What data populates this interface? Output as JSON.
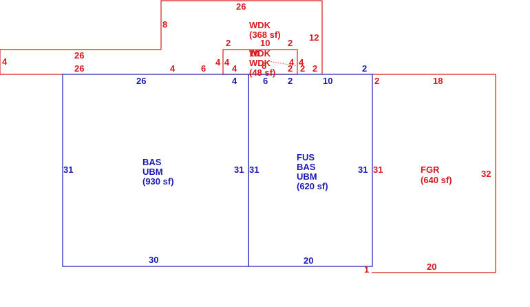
{
  "colors": {
    "red": "#d8191f",
    "blue": "#1a1ab8",
    "background": "#ffffff"
  },
  "areas": {
    "wdk_upper": {
      "line1": "WDK",
      "line2": "(368 sf)"
    },
    "wdk_small": {
      "line1": "WDK",
      "line2": "WDK",
      "line3": "(48 sf)"
    },
    "bas_left": {
      "line1": "BAS",
      "line2": "UBM",
      "line3": "(930 sf)"
    },
    "fus": {
      "line1": "FUS",
      "line2": "BAS",
      "line3": "UBM",
      "line4": "(620 sf)"
    },
    "fgr": {
      "line1": "FGR",
      "line2": "(640 sf)"
    }
  },
  "dims": {
    "wdk_top": "26",
    "wdk_left": "8",
    "wdk_right": "12",
    "wdk_inner_10": "10",
    "wdk_inner_2a": "2",
    "wdk_inner_2b": "2",
    "deck_left_top": "26",
    "deck_left_bottom": "26",
    "deck_left_side": "4",
    "deck_4a": "4",
    "deck_6": "6",
    "deck_4b": "4",
    "deck_4c": "4",
    "deck_4d": "4",
    "deck_4e": "4",
    "deck_4f": "4",
    "deck_2a": "2",
    "deck_2b": "2",
    "deck_2c": "2",
    "small_10": "10",
    "small_8": "8",
    "bas_top": "26",
    "bas_top_right": "4",
    "bas_left": "31",
    "bas_right": "31",
    "bas_bottom": "30",
    "fus_top_6": "6",
    "fus_top_2": "2",
    "fus_top_10": "10",
    "fus_corner_2": "2",
    "fus_left": "31",
    "fus_right": "31",
    "fus_bottom": "20",
    "fgr_top_2": "2",
    "fgr_top": "18",
    "fgr_left": "31",
    "fgr_right": "32",
    "fgr_bottom": "20",
    "fgr_corner_1": "1"
  }
}
